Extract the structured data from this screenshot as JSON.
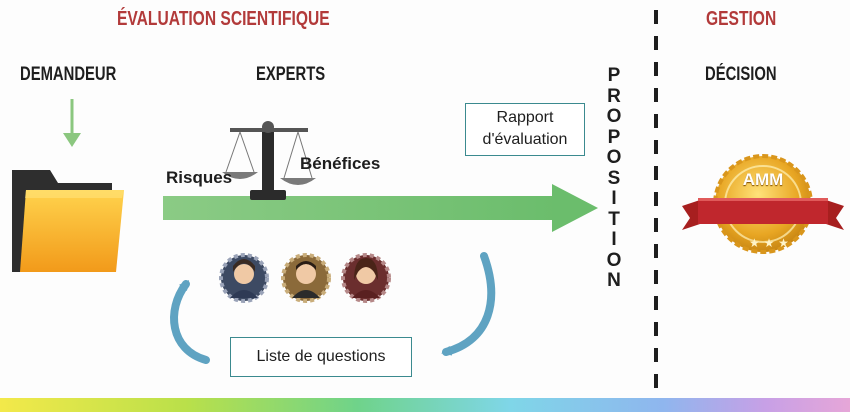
{
  "headers": {
    "evaluation": "ÉVALUATION SCIENTIFIQUE",
    "gestion": "GESTION"
  },
  "columns": {
    "demandeur": "DEMANDEUR",
    "experts": "EXPERTS",
    "decision": "DÉCISION"
  },
  "balance": {
    "left": "Risques",
    "right": "Bénéfices"
  },
  "report_box": {
    "line1": "Rapport",
    "line2": "d'évaluation"
  },
  "questions_box": "Liste de questions",
  "vertical_word": [
    "P",
    "R",
    "O",
    "P",
    "O",
    "S",
    "I",
    "T",
    "I",
    "O",
    "N"
  ],
  "seal": {
    "label": "AMM"
  },
  "icons": [
    "folder-icon",
    "balance-scale-icon",
    "expert-avatar-icon",
    "medal-icon",
    "cycle-arrow-icon"
  ],
  "colors": {
    "accent_red": "#b23a3a",
    "arrow_green": "#7cc47a",
    "cycle_blue": "#5fa3c2",
    "box_border": "#3b8a8f",
    "seal_gold": "#e0a520"
  }
}
